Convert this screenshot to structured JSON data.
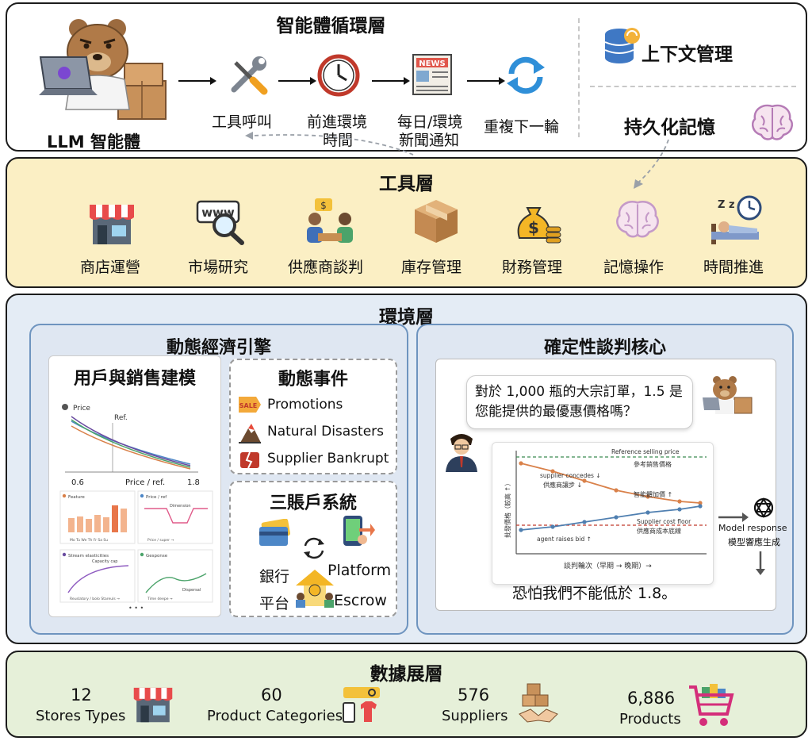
{
  "agent_layer": {
    "title": "智能體循環層",
    "agent_label": "LLM 智能體",
    "steps": [
      {
        "line1": "工具呼叫",
        "line2": ""
      },
      {
        "line1": "前進環境",
        "line2": "時間"
      },
      {
        "line1": "每日/環境",
        "line2": "新聞通知"
      },
      {
        "line1": "重複下一輪",
        "line2": ""
      }
    ],
    "news_icon_text": "NEWS",
    "context_label": "上下文管理",
    "memory_label": "持久化記憶"
  },
  "tool_layer": {
    "title": "工具層",
    "tools": [
      "商店運營",
      "市場研究",
      "供應商談判",
      "庫存管理",
      "財務管理",
      "記憶操作",
      "時間推進"
    ],
    "www_text": "www",
    "money_text": "$",
    "sleep_text": "Z z"
  },
  "env_layer": {
    "title": "環境層",
    "econ": {
      "title": "動態經濟引擎",
      "user_model_title": "用戶與銷售建模",
      "plot": {
        "legend": "Price",
        "ref": "Ref.",
        "tick_left": "0.6",
        "tick_right": "1.8",
        "xlabel": "Price / ref.",
        "mini": [
          {
            "title": "Feature",
            "sub": "Mo  Tu  We  Th  Fr  Sa  Su"
          },
          {
            "title": "Price / ref",
            "sub": "Price / super →",
            "note": "Dimension"
          },
          {
            "title": "Stream elasticities",
            "sub": "Reuslatory / bolo Stareuls →",
            "note": "Capacity cap"
          },
          {
            "title": "Gesponse",
            "sub": "Time deepe →",
            "note": "Dispersal"
          }
        ],
        "ellipsis": "• • •"
      },
      "events_title": "動態事件",
      "events": [
        "Promotions",
        "Natural Disasters",
        "Supplier Bankrupt"
      ],
      "sale_tag": "SALE",
      "accounts_title": "三賬戶系統",
      "accounts": {
        "bank": "銀行",
        "platform_cn": "平台",
        "platform_en": "Platform",
        "escrow": "Escrow"
      }
    },
    "nego": {
      "title": "確定性談判核心",
      "question": "對於 1,000 瓶的大宗訂單，1.5 是您能提供的最優惠價格嗎？",
      "answer": "恐怕我們不能低於 1.8。",
      "chart": {
        "ref_line_en": "Reference selling price",
        "ref_line_cn": "參考銷售價格",
        "supplier_concedes_en": "supplier concedes ↓",
        "supplier_concedes_cn": "供應商讓步 ↓",
        "agent_raise_cn": "智能體加價 ↑",
        "cost_floor_en": "Supplier cost floor",
        "cost_floor_cn": "供應商成本底線",
        "agent_raises_en": "agent raises bid ↑",
        "ylabel": "批發價格（較高 ↑）",
        "xlabel": "談判輪次（早期 → 晚期）→"
      },
      "model_response_en": "Model response",
      "model_response_cn": "模型響應生成"
    }
  },
  "data_layer": {
    "title": "數據展層",
    "stats": [
      {
        "value": "12",
        "label": "Stores Types"
      },
      {
        "value": "60",
        "label": "Product Categories"
      },
      {
        "value": "576",
        "label": "Suppliers"
      },
      {
        "value": "6,886",
        "label": "Products"
      }
    ]
  },
  "colors": {
    "agent_bg": "#ffffff",
    "tool_bg": "#fbefc4",
    "env_bg": "#e4ecf5",
    "data_bg": "#e6f0d9",
    "panel_border": "#6e94bf",
    "orange_line": "#d9814a",
    "blue_line": "#4f7fb0",
    "red_dash": "#c0392b",
    "green_dash": "#3a8a52"
  }
}
